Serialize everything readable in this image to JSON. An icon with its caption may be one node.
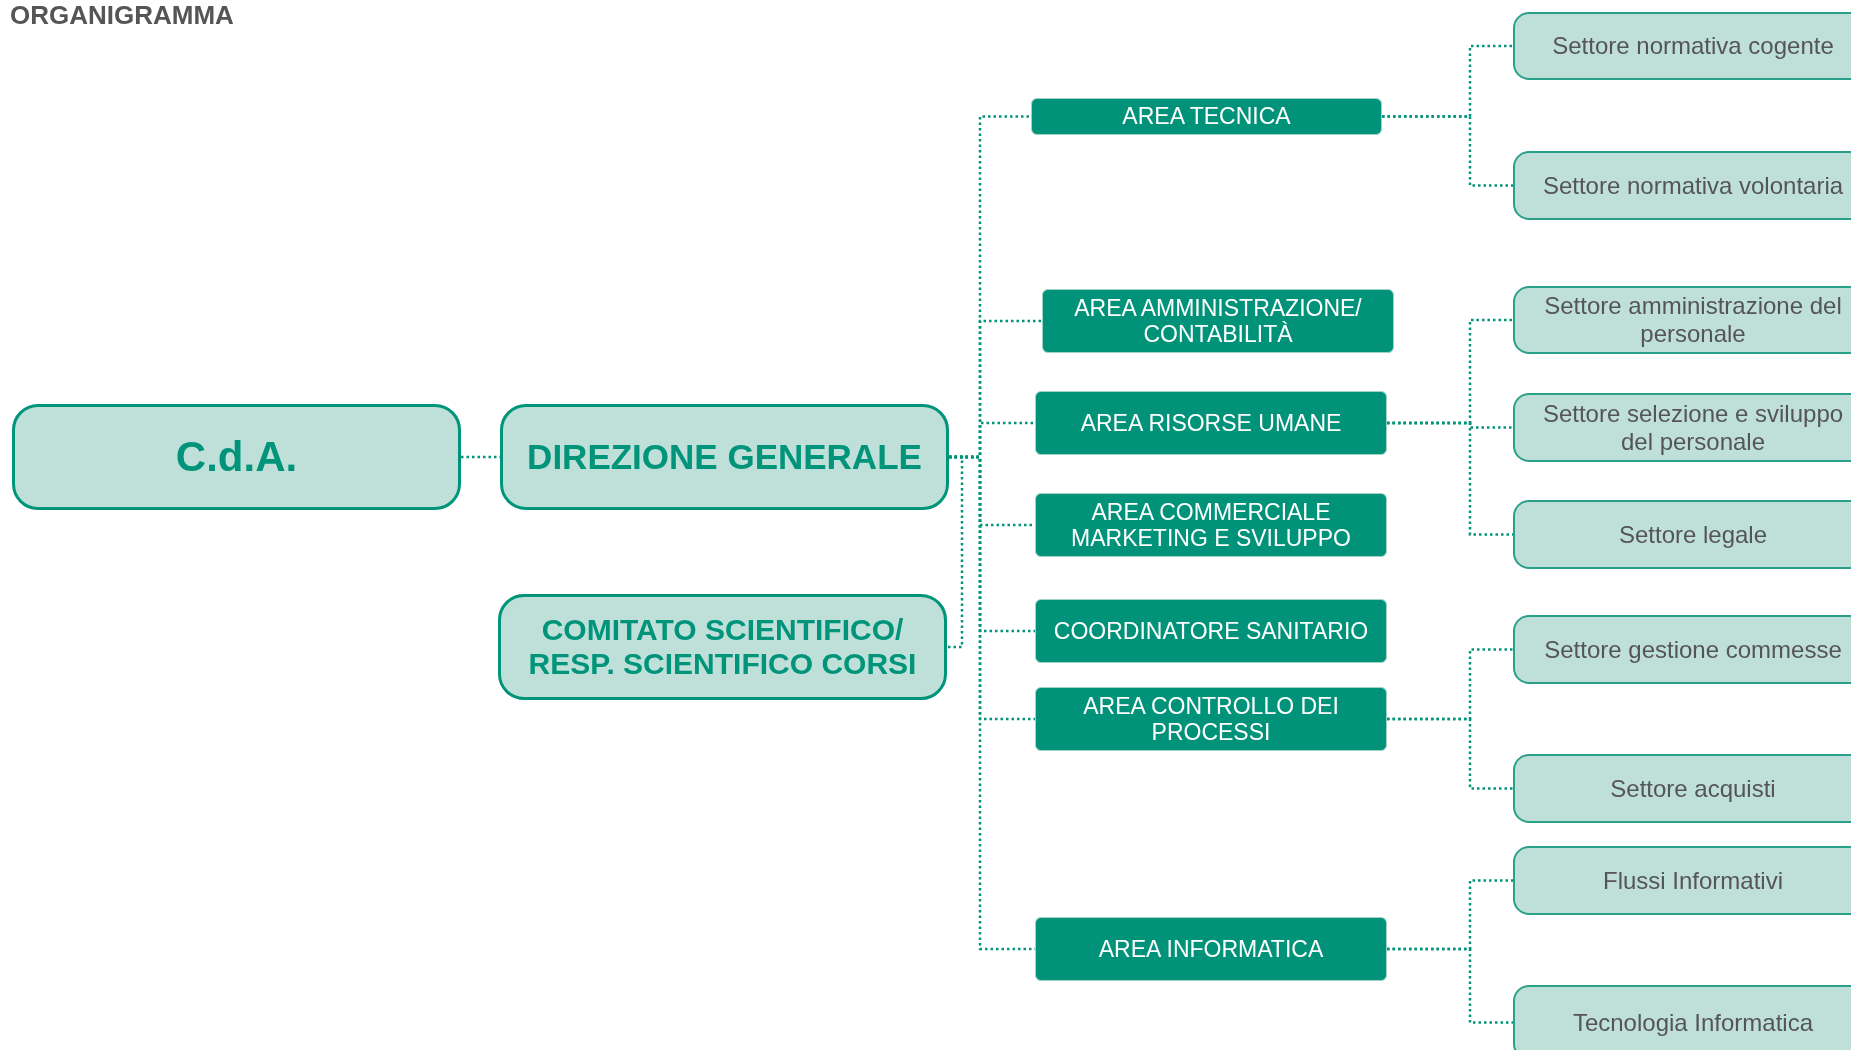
{
  "diagram": {
    "title": "ORGANIGRAMMA",
    "nodes": [
      {
        "text": [
          "C.d.A."
        ]
      },
      {
        "text": [
          "DIREZIONE GENERALE"
        ]
      },
      {
        "text": [
          "COMITATO SCIENTIFICO/ RESP. SCIENTIFICO CORSI"
        ]
      },
      {
        "text": [
          "AREA TECNICA"
        ]
      },
      {
        "text": [
          "AREA AMMINISTRAZIONE/ CONTABILITÀ"
        ]
      },
      {
        "text": [
          "AREA RISORSE UMANE"
        ]
      },
      {
        "text": [
          "AREA COMMERCIALE MARKETING E SVILUPPO"
        ]
      },
      {
        "text": [
          "COORDINATORE SANITARIO"
        ]
      },
      {
        "text": [
          "AREA CONTROLLO DEI PROCESSI"
        ]
      },
      {
        "text": [
          "AREA INFORMATICA"
        ]
      },
      {
        "text": [
          "Settore normativa cogente"
        ]
      },
      {
        "text": [
          "Settore normativa volontaria"
        ]
      },
      {
        "text": [
          "Settore amministrazione del personale"
        ]
      },
      {
        "text": [
          "Settore selezione e sviluppo del personale"
        ]
      },
      {
        "text": [
          "Settore legale"
        ]
      },
      {
        "text": [
          "Settore gestione commesse"
        ]
      },
      {
        "text": [
          "Settore acquisti"
        ]
      },
      {
        "text": [
          "Flussi Informativi"
        ]
      },
      {
        "text": [
          "Tecnologia Informatica"
        ]
      }
    ],
    "edges": [
      {
        "from": 0,
        "to": 1,
        "arrow": "none"
      },
      {
        "from": 1,
        "to": 2,
        "arrow": "none"
      },
      {
        "from": 1,
        "to": 3,
        "arrow": "none"
      },
      {
        "from": 1,
        "to": 4,
        "arrow": "none"
      },
      {
        "from": 1,
        "to": 5,
        "arrow": "none"
      },
      {
        "from": 1,
        "to": 6,
        "arrow": "none"
      },
      {
        "from": 1,
        "to": 7,
        "arrow": "none"
      },
      {
        "from": 1,
        "to": 8,
        "arrow": "none"
      },
      {
        "from": 1,
        "to": 9,
        "arrow": "none"
      },
      {
        "from": 3,
        "to": 10,
        "arrow": "none"
      },
      {
        "from": 3,
        "to": 11,
        "arrow": "none"
      },
      {
        "from": 5,
        "to": 12,
        "arrow": "none"
      },
      {
        "from": 5,
        "to": 13,
        "arrow": "none"
      },
      {
        "from": 5,
        "to": 14,
        "arrow": "none"
      },
      {
        "from": 8,
        "to": 15,
        "arrow": "none"
      },
      {
        "from": 8,
        "to": 16,
        "arrow": "none"
      },
      {
        "from": 9,
        "to": 17,
        "arrow": "none"
      },
      {
        "from": 9,
        "to": 18,
        "arrow": "none"
      }
    ]
  }
}
